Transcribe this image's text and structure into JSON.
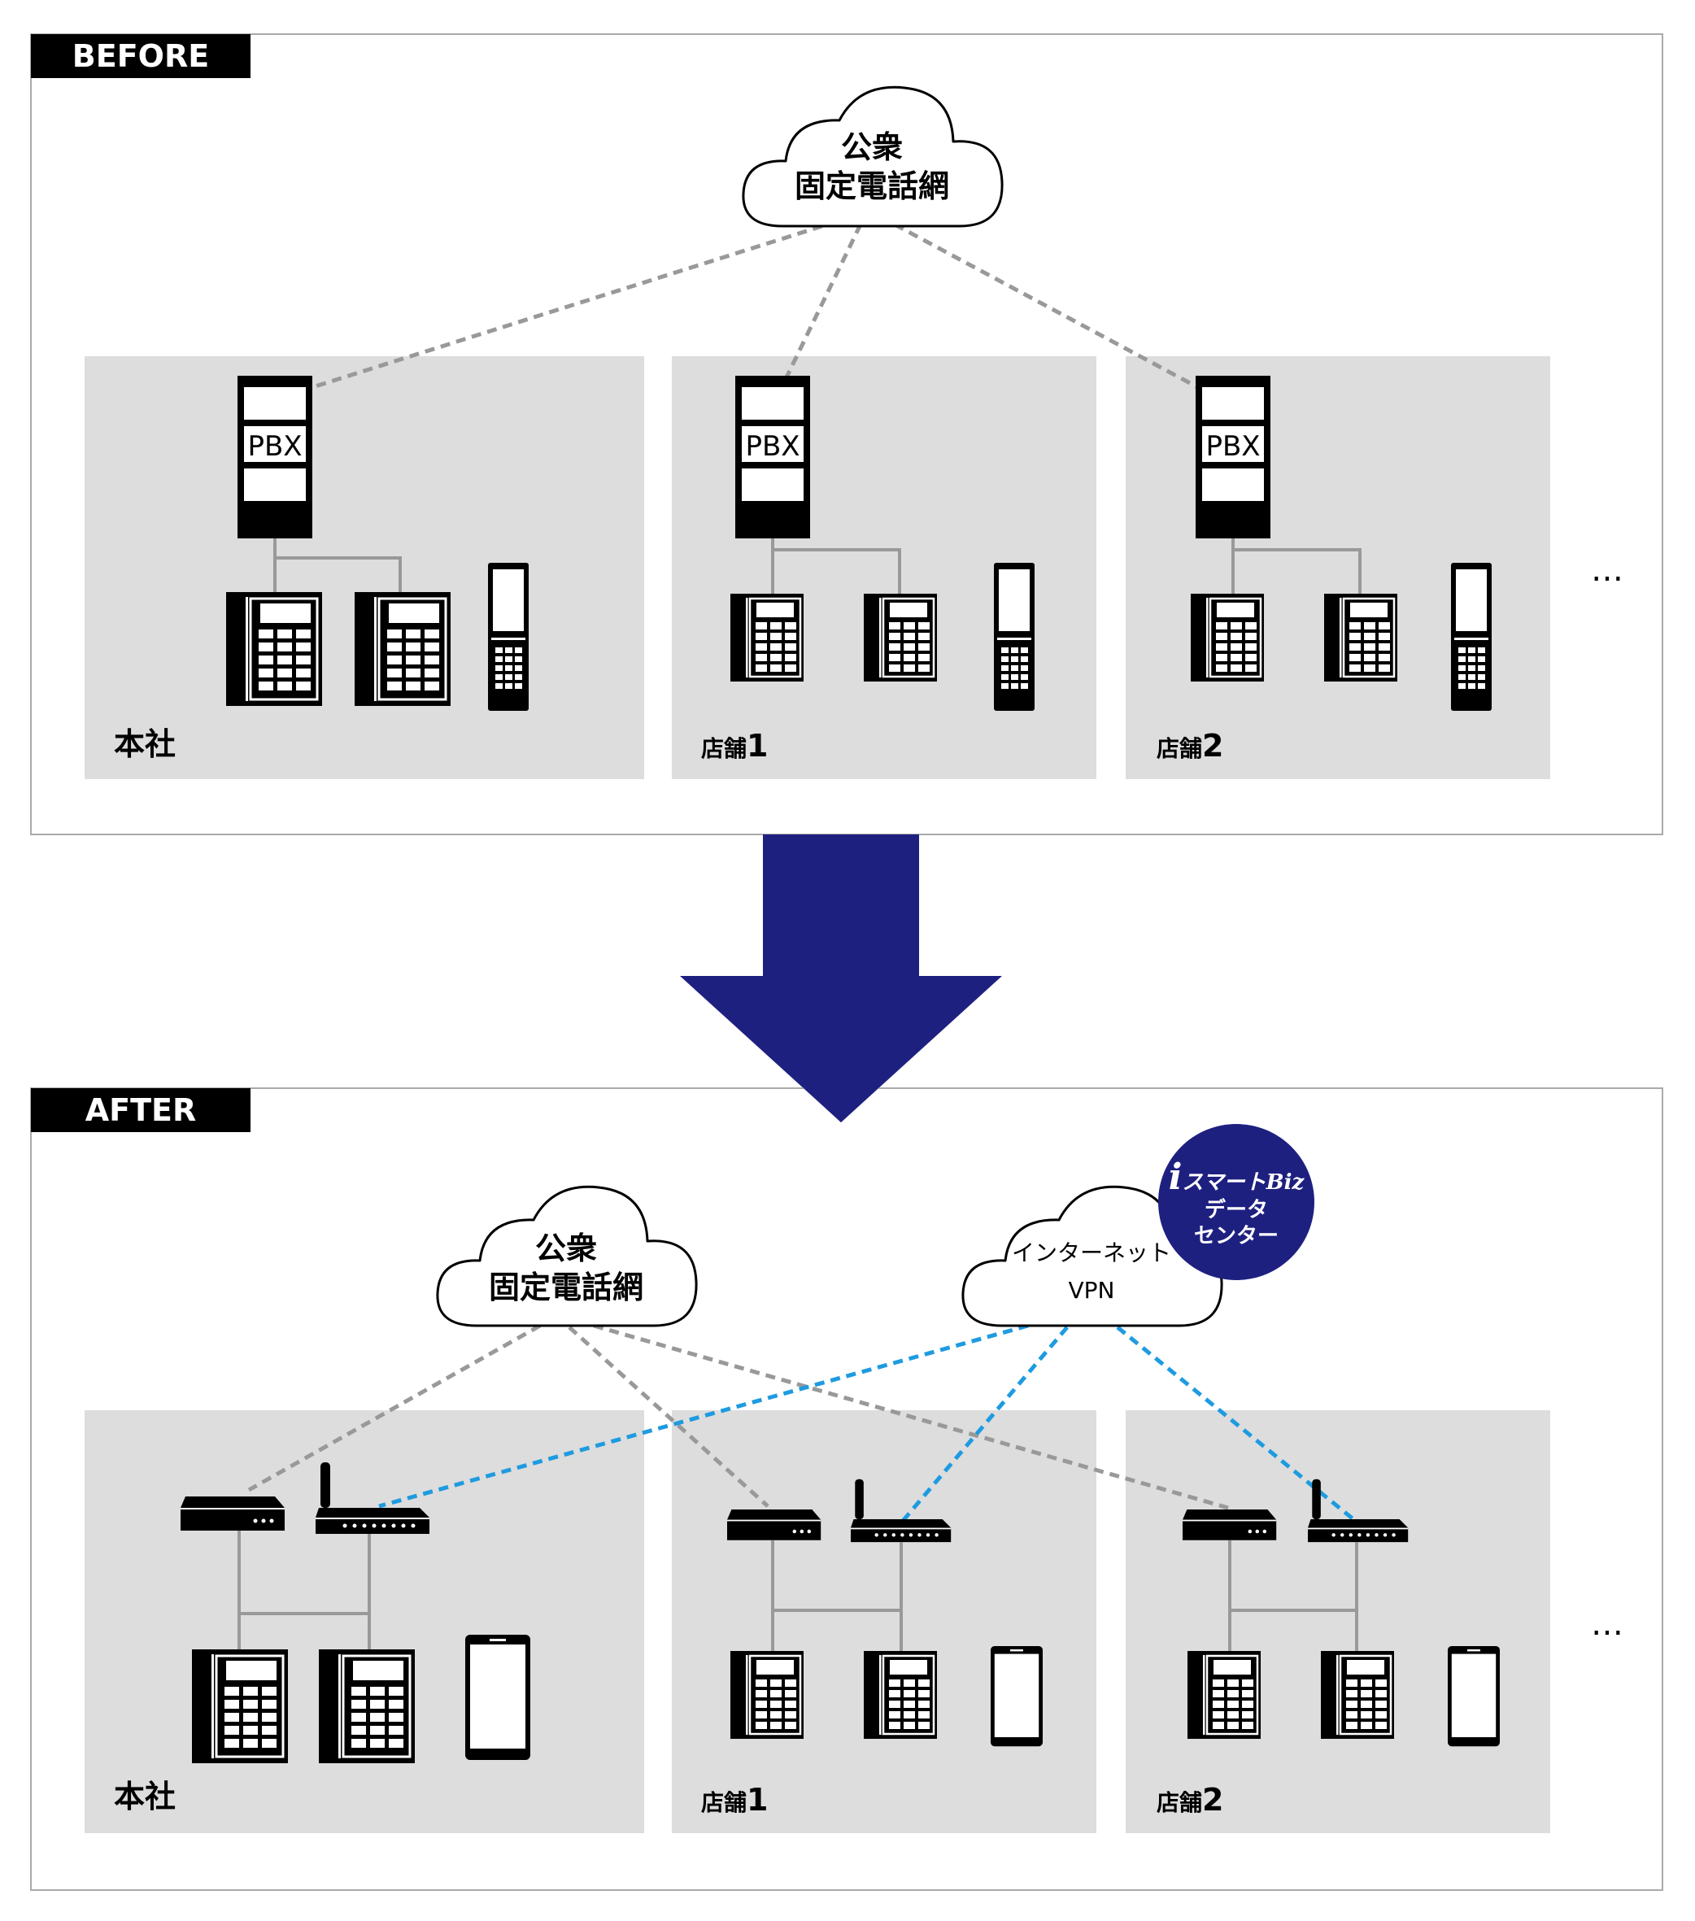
{
  "before": {
    "tag": "BEFORE",
    "cloud": {
      "line1": "公衆",
      "line2": "固定電話網"
    },
    "pbx_label": "PBX",
    "sites": [
      {
        "name": "本社"
      },
      {
        "name_prefix": "店舗",
        "name_num": "1"
      },
      {
        "name_prefix": "店舗",
        "name_num": "2"
      }
    ],
    "ellipsis": "…"
  },
  "after": {
    "tag": "AFTER",
    "cloud_pstn": {
      "line1": "公衆",
      "line2": "固定電話網"
    },
    "cloud_vpn": {
      "line1": "インターネット",
      "line2": "VPN"
    },
    "datacenter": {
      "brand_i": "i",
      "brand_name": "スマートBiz",
      "line2": "データ",
      "line3": "センター"
    },
    "sites": [
      {
        "name": "本社"
      },
      {
        "name_prefix": "店舗",
        "name_num": "1"
      },
      {
        "name_prefix": "店舗",
        "name_num": "2"
      }
    ],
    "ellipsis": "…"
  },
  "colors": {
    "arrow": "#1e2080",
    "badge": "#1e2080",
    "site_bg": "#dddddd",
    "pstn_link": "#999999",
    "vpn_link": "#1e9be0",
    "device": "#000000"
  },
  "icons": [
    "cloud-icon",
    "pbx-icon",
    "desk-phone-icon",
    "mobile-phone-icon",
    "smartphone-icon",
    "gateway-icon",
    "router-icon",
    "down-arrow-icon"
  ]
}
